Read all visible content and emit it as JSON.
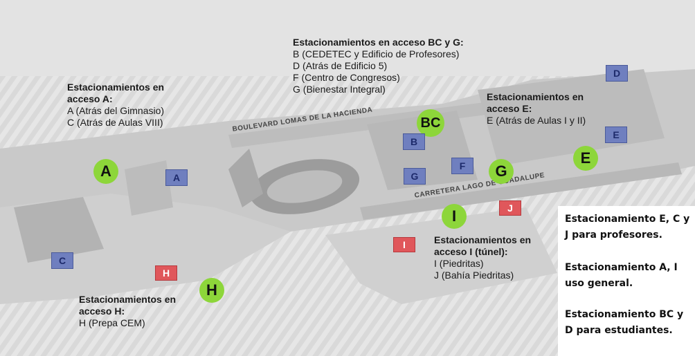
{
  "labels": {
    "acceso_a": {
      "title": "Estacionamientos en acceso A:",
      "lines": [
        "A (Atrás del Gimnasio)",
        "C (Atrás de Aulas VIII)"
      ]
    },
    "acceso_bc_g": {
      "title": "Estacionamientos en acceso BC y G:",
      "lines": [
        "B (CEDETEC y Edificio de Profesores)",
        "D (Atrás de Edificio 5)",
        "F (Centro de Congresos)",
        "G (Bienestar Integral)"
      ]
    },
    "acceso_e": {
      "title": "Estacionamientos en acceso E:",
      "lines": [
        "E (Atrás de Aulas I y II)"
      ]
    },
    "acceso_i": {
      "title": "Estacionamientos en acceso I (túnel):",
      "lines": [
        "I (Piedritas)",
        "J (Bahía Piedritas)"
      ]
    },
    "acceso_h": {
      "title": "Estacionamientos en acceso H:",
      "lines": [
        "H (Prepa CEM)"
      ]
    }
  },
  "roads": {
    "boulevard": "BOULEVARD LOMAS DE LA HACIENDA",
    "carretera": "CARRETERA LAGO DE GUADALUPE"
  },
  "access_markers": [
    "A",
    "BC",
    "G",
    "E",
    "I",
    "H"
  ],
  "parking_markers": {
    "blue": [
      "A",
      "B",
      "C",
      "D",
      "E",
      "F",
      "G"
    ],
    "red": [
      "H",
      "I",
      "J"
    ]
  },
  "legend": [
    "Estacionamiento E, C y J para profesores.",
    "Estacionamiento A, I uso general.",
    "Estacionamiento BC y D para estudiantes."
  ],
  "colors": {
    "access": "#8dd63a",
    "student_parking": "#6f7fbf",
    "staff_parking": "#e0575b"
  }
}
